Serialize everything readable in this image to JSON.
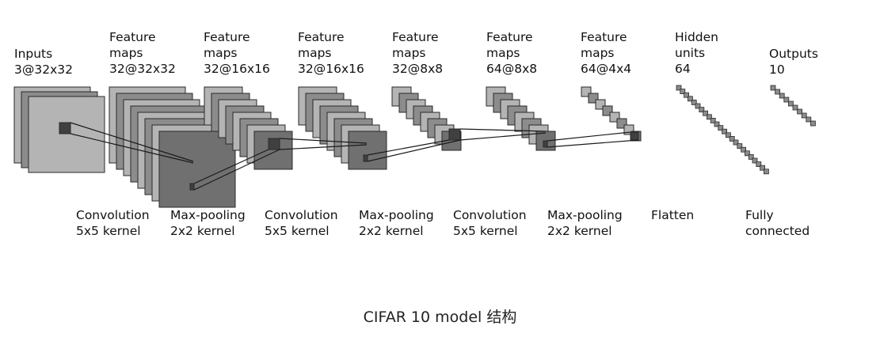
{
  "layers": [
    {
      "id": "inputs",
      "title": [
        "Inputs"
      ],
      "shape": "3@32x32"
    },
    {
      "id": "fm1",
      "title": [
        "Feature",
        "maps"
      ],
      "shape": "32@32x32"
    },
    {
      "id": "fm2",
      "title": [
        "Feature",
        "maps"
      ],
      "shape": "32@16x16"
    },
    {
      "id": "fm3",
      "title": [
        "Feature",
        "maps"
      ],
      "shape": "32@16x16"
    },
    {
      "id": "fm4",
      "title": [
        "Feature",
        "maps"
      ],
      "shape": "32@8x8"
    },
    {
      "id": "fm5",
      "title": [
        "Feature",
        "maps"
      ],
      "shape": "64@8x8"
    },
    {
      "id": "fm6",
      "title": [
        "Feature",
        "maps"
      ],
      "shape": "64@4x4"
    },
    {
      "id": "hidden",
      "title": [
        "Hidden",
        "units"
      ],
      "shape": "64"
    },
    {
      "id": "outputs",
      "title": [
        "Outputs"
      ],
      "shape": "10"
    }
  ],
  "operations": [
    {
      "id": "conv1",
      "lines": [
        "Convolution",
        "5x5 kernel"
      ]
    },
    {
      "id": "pool1",
      "lines": [
        "Max-pooling",
        "2x2 kernel"
      ]
    },
    {
      "id": "conv2",
      "lines": [
        "Convolution",
        "5x5 kernel"
      ]
    },
    {
      "id": "pool2",
      "lines": [
        "Max-pooling",
        "2x2 kernel"
      ]
    },
    {
      "id": "conv3",
      "lines": [
        "Convolution",
        "5x5 kernel"
      ]
    },
    {
      "id": "pool3",
      "lines": [
        "Max-pooling",
        "2x2 kernel"
      ]
    },
    {
      "id": "flatten",
      "lines": [
        "Flatten"
      ]
    },
    {
      "id": "fc",
      "lines": [
        "Fully",
        "connected"
      ]
    }
  ],
  "caption": "CIFAR 10 model 结构",
  "colors": {
    "outline": "#2a2a2a",
    "light_map": "#b4b4b4",
    "mid_map": "#8c8c8c",
    "dark_map": "#707070",
    "patch": "#404040",
    "text": "#111111"
  }
}
